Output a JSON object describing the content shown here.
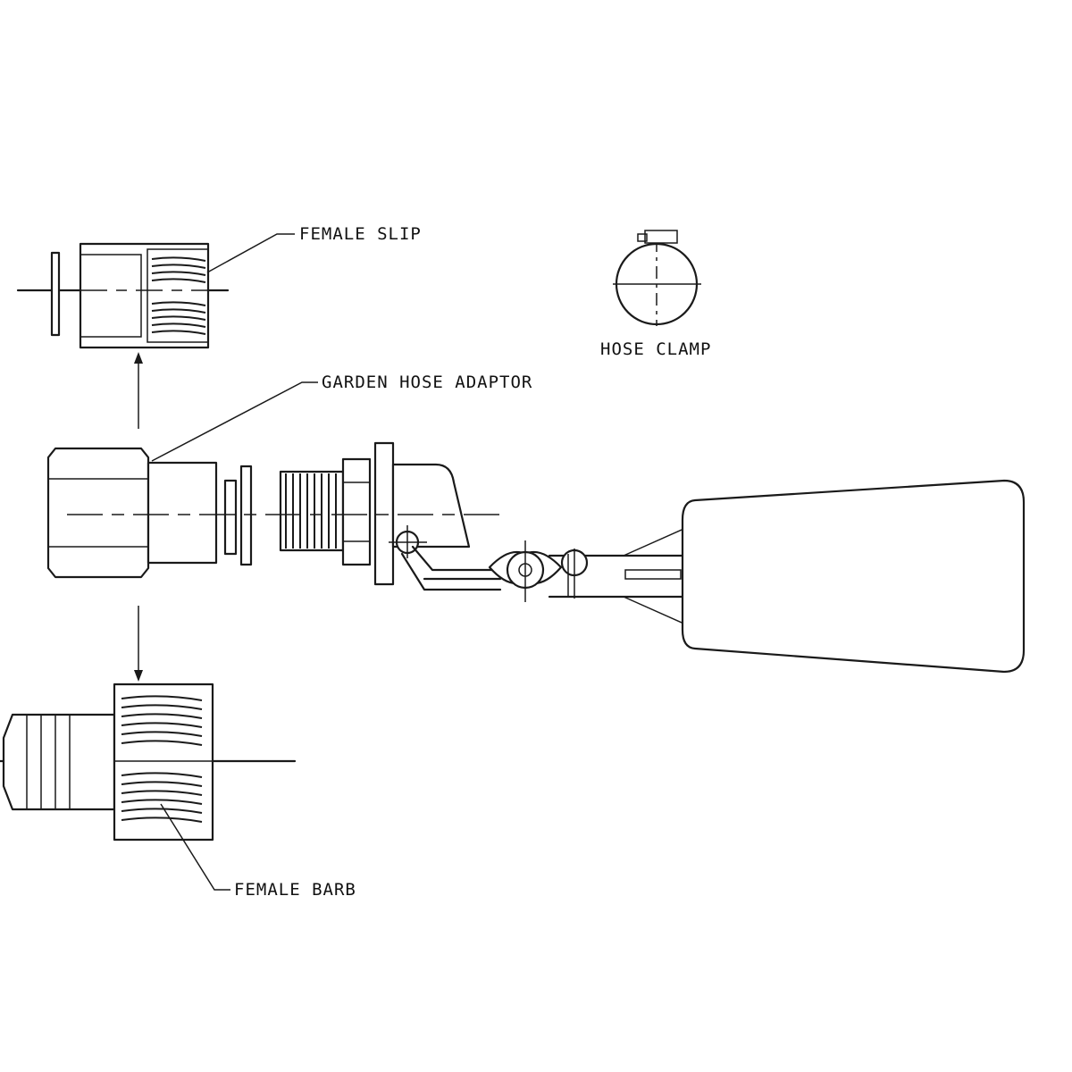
{
  "labels": {
    "female_slip": "FEMALE SLIP",
    "hose_clamp": "HOSE CLAMP",
    "garden_hose_adaptor": "GARDEN HOSE ADAPTOR",
    "female_barb": "FEMALE BARB"
  }
}
